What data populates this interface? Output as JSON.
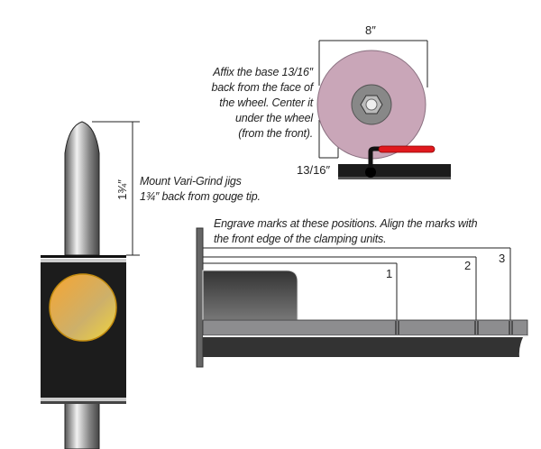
{
  "wheel": {
    "diameter_label": "8″",
    "offset_label": "13/16″",
    "note": [
      "Affix the base 13/16″",
      "back from the face of",
      "the wheel. Center it",
      "under the wheel",
      "(from the front)."
    ]
  },
  "gouge": {
    "dimension_label": "1¾″",
    "note": [
      "Mount Vari-Grind jigs",
      "1¾″ back from gouge tip."
    ]
  },
  "rail": {
    "note": [
      "Engrave marks at these positions. Align the marks with",
      "the front edge of the clamping units."
    ],
    "marks": [
      "1",
      "2",
      "3"
    ]
  },
  "colors": {
    "wheel": "#c9a6b8",
    "handle": "#e0191e",
    "jig": "#1c1c1c",
    "disc": "#e9ad3c"
  }
}
